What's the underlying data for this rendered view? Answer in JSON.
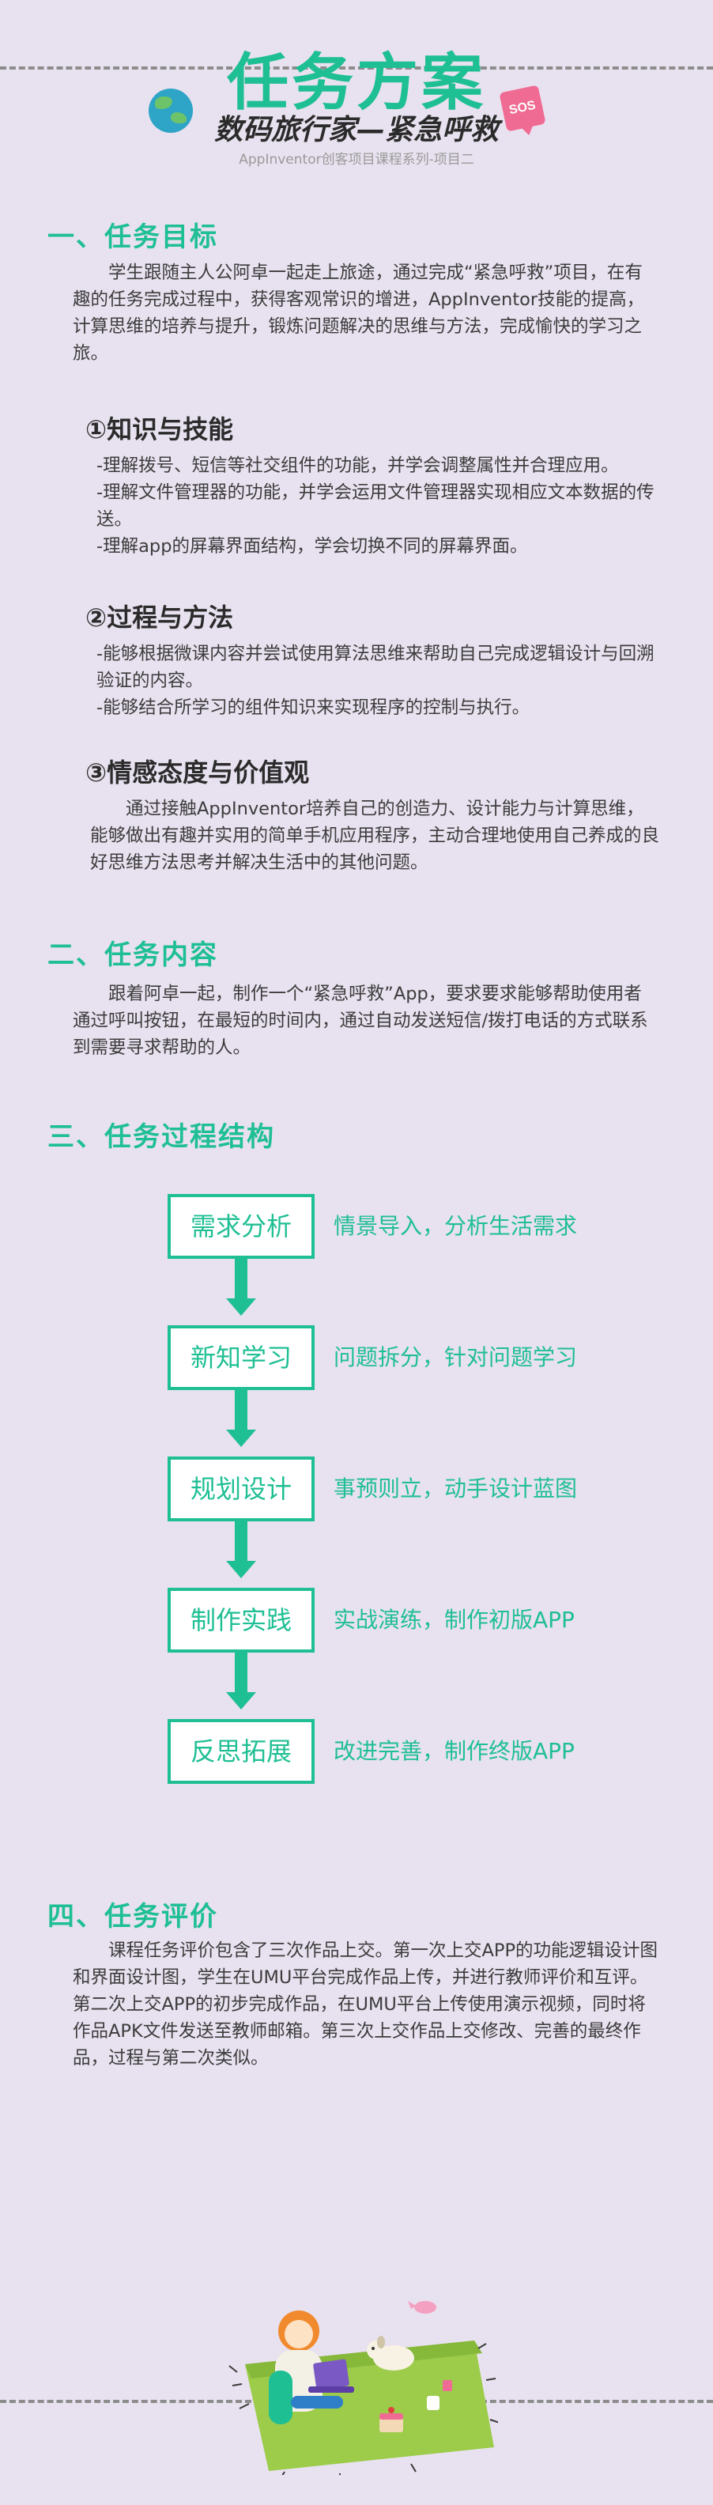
{
  "header": {
    "title": "任务方案",
    "subtitle": "数码旅行家—紧急呼救",
    "course": "AppInventor创客项目课程系列-项目二",
    "sos_label": "SOS"
  },
  "section1": {
    "heading": "一、任务目标",
    "intro": "学生跟随主人公阿卓一起走上旅途，通过完成“紧急呼救”项目，在有趣的任务完成过程中，获得客观常识的增进，AppInventor技能的提高，计算思维的培养与提升，锻炼问题解决的思维与方法，完成愉快的学习之旅。",
    "sub1": {
      "heading": "①知识与技能",
      "lines": [
        "-理解拨号、短信等社交组件的功能，并学会调整属性并合理应用。",
        "-理解文件管理器的功能，并学会运用文件管理器实现相应文本数据的传送。",
        "-理解app的屏幕界面结构，学会切换不同的屏幕界面。"
      ]
    },
    "sub2": {
      "heading": "②过程与方法",
      "lines": [
        "-能够根据微课内容并尝试使用算法思维来帮助自己完成逻辑设计与回溯验证的内容。",
        "-能够结合所学习的组件知识来实现程序的控制与执行。"
      ]
    },
    "sub3": {
      "heading": "③情感态度与价值观",
      "text": "通过接触AppInventor培养自己的创造力、设计能力与计算思维，能够做出有趣并实用的简单手机应用程序，主动合理地使用自己养成的良好思维方法思考并解决生活中的其他问题。"
    }
  },
  "section2": {
    "heading": "二、任务内容",
    "text": "跟着阿卓一起，制作一个“紧急呼救”App，要求要求能够帮助使用者通过呼叫按钮，在最短的时间内，通过自动发送短信/拨打电话的方式联系到需要寻求帮助的人。"
  },
  "section3": {
    "heading": "三、任务过程结构",
    "steps": [
      {
        "label": "需求分析",
        "desc": "情景导入，分析生活需求"
      },
      {
        "label": "新知学习",
        "desc": "问题拆分，针对问题学习"
      },
      {
        "label": "规划设计",
        "desc": "事预则立，动手设计蓝图"
      },
      {
        "label": "制作实践",
        "desc": "实战演练，制作初版APP"
      },
      {
        "label": "反思拓展",
        "desc": "改进完善，制作终版APP"
      }
    ]
  },
  "section4": {
    "heading": "四、任务评价",
    "text": "课程任务评价包含了三次作品上交。第一次上交APP的功能逻辑设计图和界面设计图，学生在UMU平台完成作品上传，并进行教师评价和互评。第二次上交APP的初步完成作品，在UMU平台上传使用演示视频，同时将作品APK文件发送至教师邮箱。第三次上交作品上交修改、完善的最终作品，过程与第二次类似。"
  },
  "colors": {
    "accent": "#1fbf94",
    "background": "#e8e1ef",
    "sos": "#f06b93"
  }
}
